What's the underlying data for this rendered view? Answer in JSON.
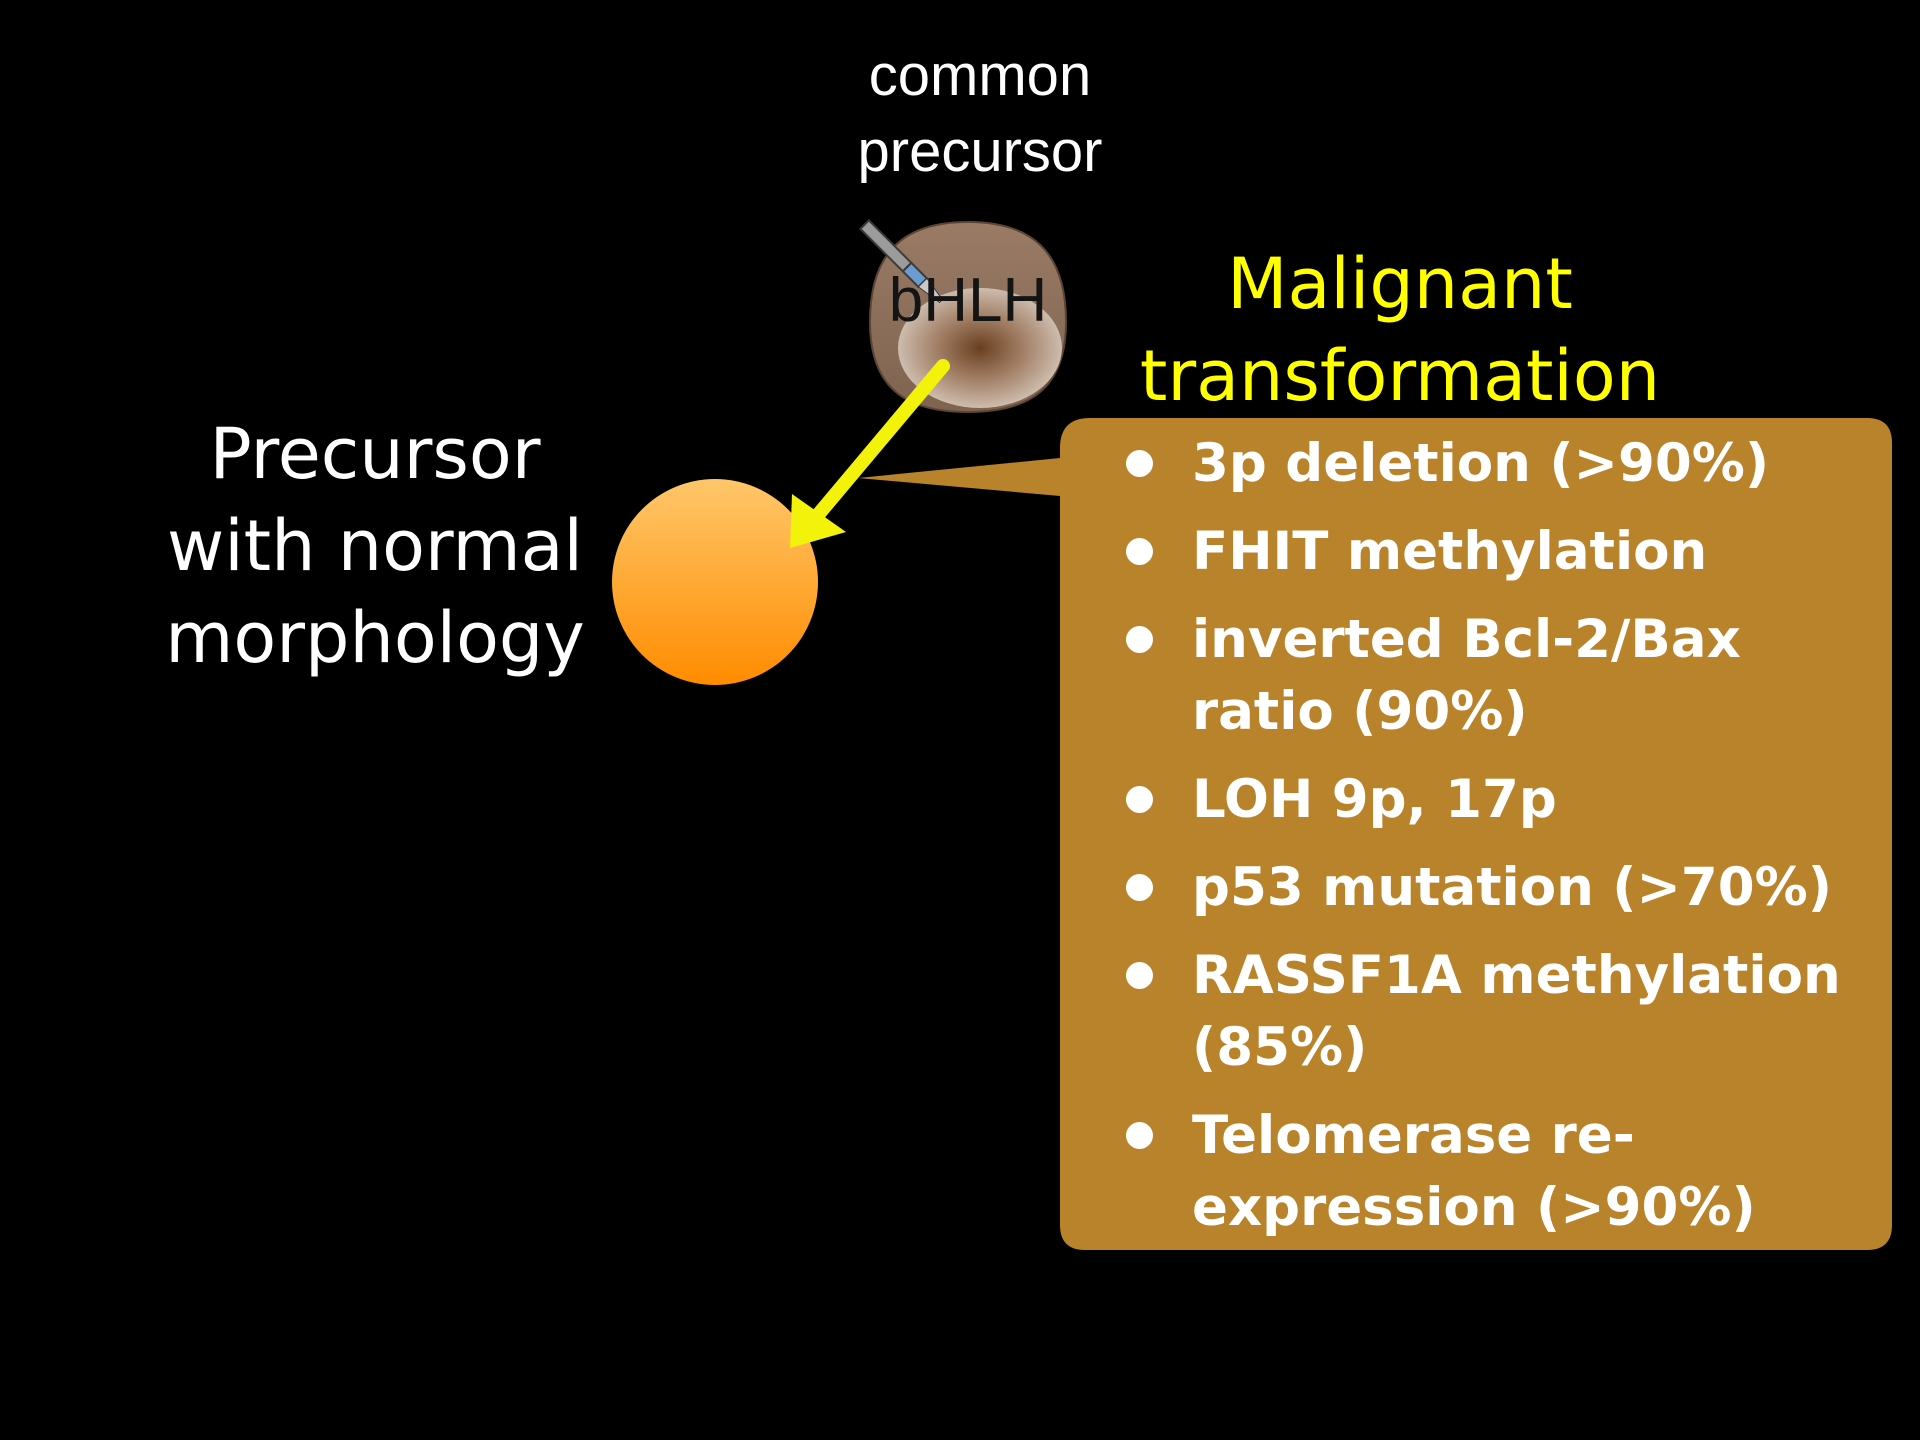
{
  "top_label": {
    "line1": "common",
    "line2": "precursor"
  },
  "cell_label": "bHLH",
  "left_label": {
    "line1": "Precursor",
    "line2": "with normal",
    "line3": "morphology"
  },
  "right_title": {
    "line1": "Malignant",
    "line2": "transformation"
  },
  "changes": [
    "3p deletion (>90%)",
    "FHIT methylation",
    "inverted Bcl-2/Bax ratio (90%)",
    "LOH 9p, 17p",
    "p53 mutation (>70%)",
    "RASSF1A methylation (85%)",
    "Telomerase re-expression (>90%)"
  ],
  "colors": {
    "background": "#000000",
    "callout": "#b9832b",
    "arrow": "#f2f20a",
    "title": "#ffff00",
    "orange_cell_top": "#ffc76a",
    "orange_cell_bottom": "#ff8c00",
    "brown_cell": "#8a6a55"
  },
  "icons": {
    "pipette": "pipette-icon"
  }
}
